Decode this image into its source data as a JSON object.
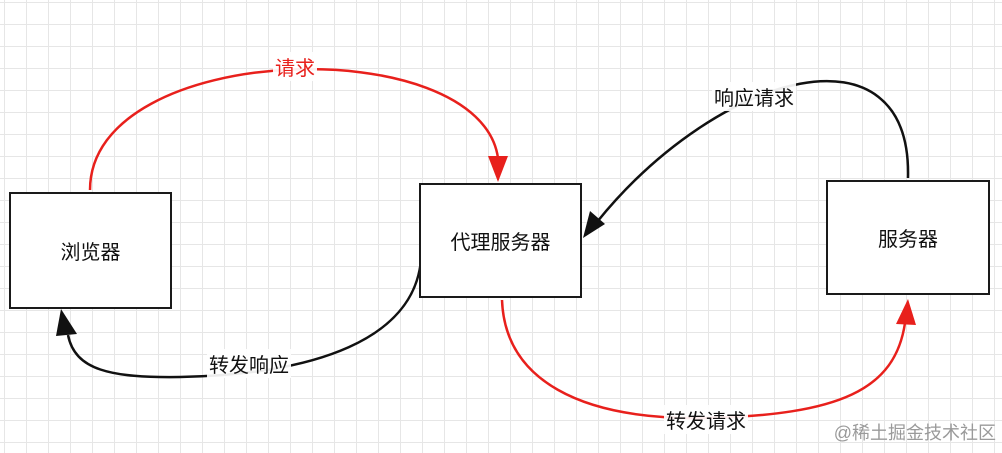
{
  "nodes": {
    "browser": "浏览器",
    "proxy": "代理服务器",
    "server": "服务器"
  },
  "edges": {
    "request": "请求",
    "response_request": "响应请求",
    "forward_response": "转发响应",
    "forward_request": "转发请求"
  },
  "colors": {
    "request_arrow": "#e8201c",
    "response_arrow": "#111111"
  },
  "watermark": "@稀土掘金技术社区"
}
